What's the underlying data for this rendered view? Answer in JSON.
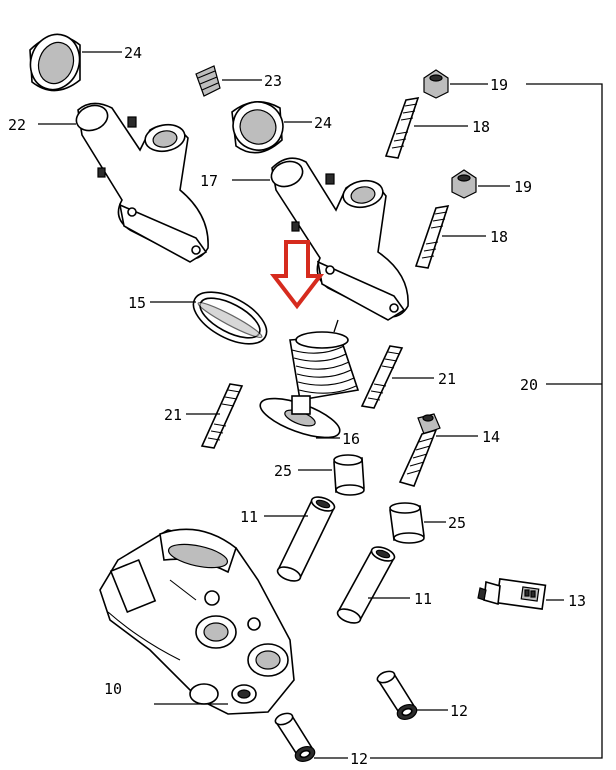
{
  "callouts": {
    "c24a": "24",
    "c23": "23",
    "c22": "22",
    "c24b": "24",
    "c17": "17",
    "c19a": "19",
    "c18a": "18",
    "c19b": "19",
    "c18b": "18",
    "c15": "15",
    "c21a": "21",
    "c21b": "21",
    "c16": "16",
    "c14": "14",
    "c20": "20",
    "c25a": "25",
    "c11a": "11",
    "c25b": "25",
    "c11b": "11",
    "c13": "13",
    "c10": "10",
    "c12a": "12",
    "c12b": "12"
  },
  "indicator": {
    "color": "#d62b1e",
    "icon": "arrow-down-icon"
  }
}
